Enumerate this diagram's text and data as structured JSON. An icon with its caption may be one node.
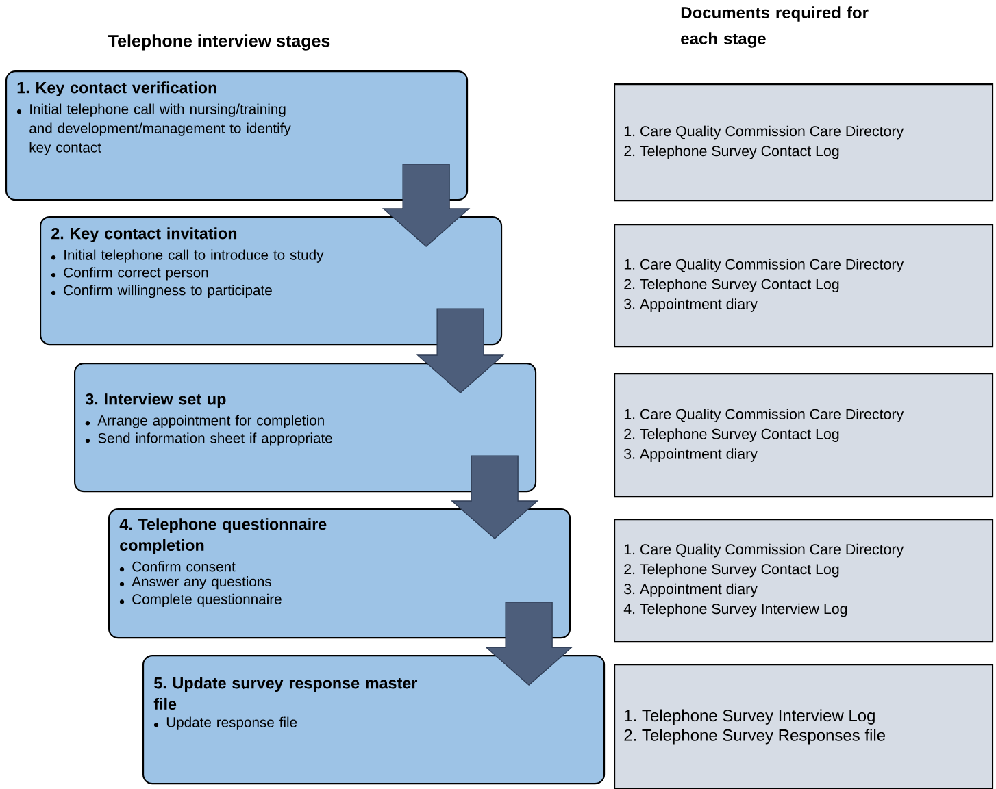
{
  "diagram": {
    "nodes": [
      {
        "text": [
          "1. Key contact verification",
          "Initial telephone call with nursing/training and development/management to identify key contact"
        ]
      },
      {
        "text": [
          "2. Key contact invitation",
          "Initial telephone call to introduce to study",
          "Confirm correct person",
          "Confirm willingness to participate"
        ]
      },
      {
        "text": [
          "3. Interview set up",
          "Arrange appointment for completion",
          "Send information sheet if appropriate"
        ]
      },
      {
        "text": [
          "4. Telephone questionnaire completion",
          "Confirm consent",
          "Answer any questions",
          "Complete questionnaire"
        ]
      },
      {
        "text": [
          "5. Update survey response master file",
          "Update response file"
        ]
      },
      {
        "text": [
          "1. Care Quality Commission Care Directory",
          "2. Telephone Survey Contact Log"
        ]
      },
      {
        "text": [
          "1. Care Quality Commission Care Directory",
          "2. Telephone Survey Contact Log",
          "3. Appointment diary"
        ]
      },
      {
        "text": [
          "1. Care Quality Commission Care Directory",
          "2. Telephone Survey Contact Log",
          "3. Appointment diary"
        ]
      },
      {
        "text": [
          "1. Care Quality Commission Care Directory",
          "2. Telephone Survey Contact Log",
          "3. Appointment diary",
          "4. Telephone Survey Interview Log"
        ]
      },
      {
        "text": [
          "1. Telephone Survey Interview Log",
          "2. Telephone Survey Responses file"
        ]
      }
    ],
    "edges": [
      {
        "from": 0,
        "to": 1,
        "arrow": "to"
      },
      {
        "from": 1,
        "to": 2,
        "arrow": "to"
      },
      {
        "from": 2,
        "to": 3,
        "arrow": "to"
      },
      {
        "from": 3,
        "to": 4,
        "arrow": "to"
      }
    ],
    "labels": [
      "Telephone interview stages",
      "Documents required for each stage"
    ]
  }
}
